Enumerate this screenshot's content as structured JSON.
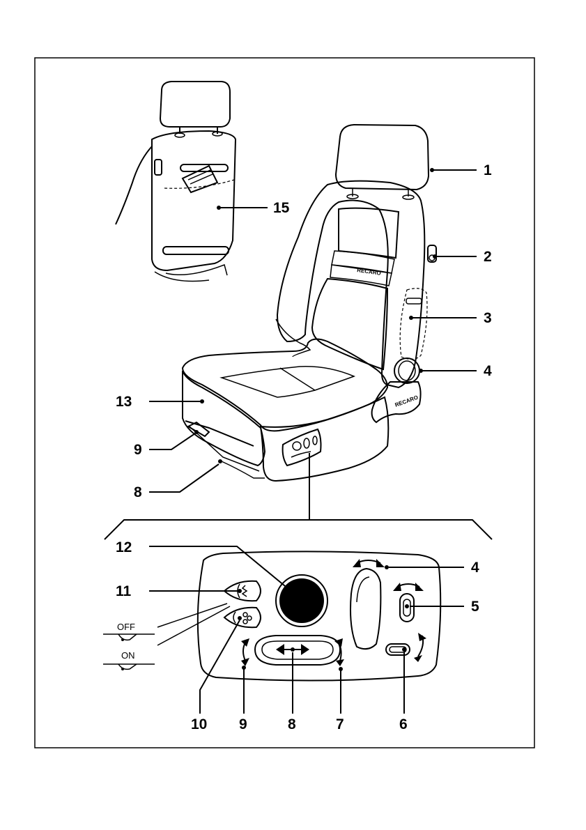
{
  "callouts": {
    "c1": "1",
    "c2": "2",
    "c3": "3",
    "c4": "4",
    "c13": "13",
    "c9": "9",
    "c8": "8",
    "c15": "15",
    "p12": "12",
    "p11": "11",
    "p4": "4",
    "p5": "5",
    "p10": "10",
    "p9": "9",
    "p8": "8",
    "p7": "7",
    "p6": "6"
  },
  "switch_states": {
    "off": "OFF",
    "on": "ON"
  },
  "brand": {
    "name": "RECARO"
  }
}
